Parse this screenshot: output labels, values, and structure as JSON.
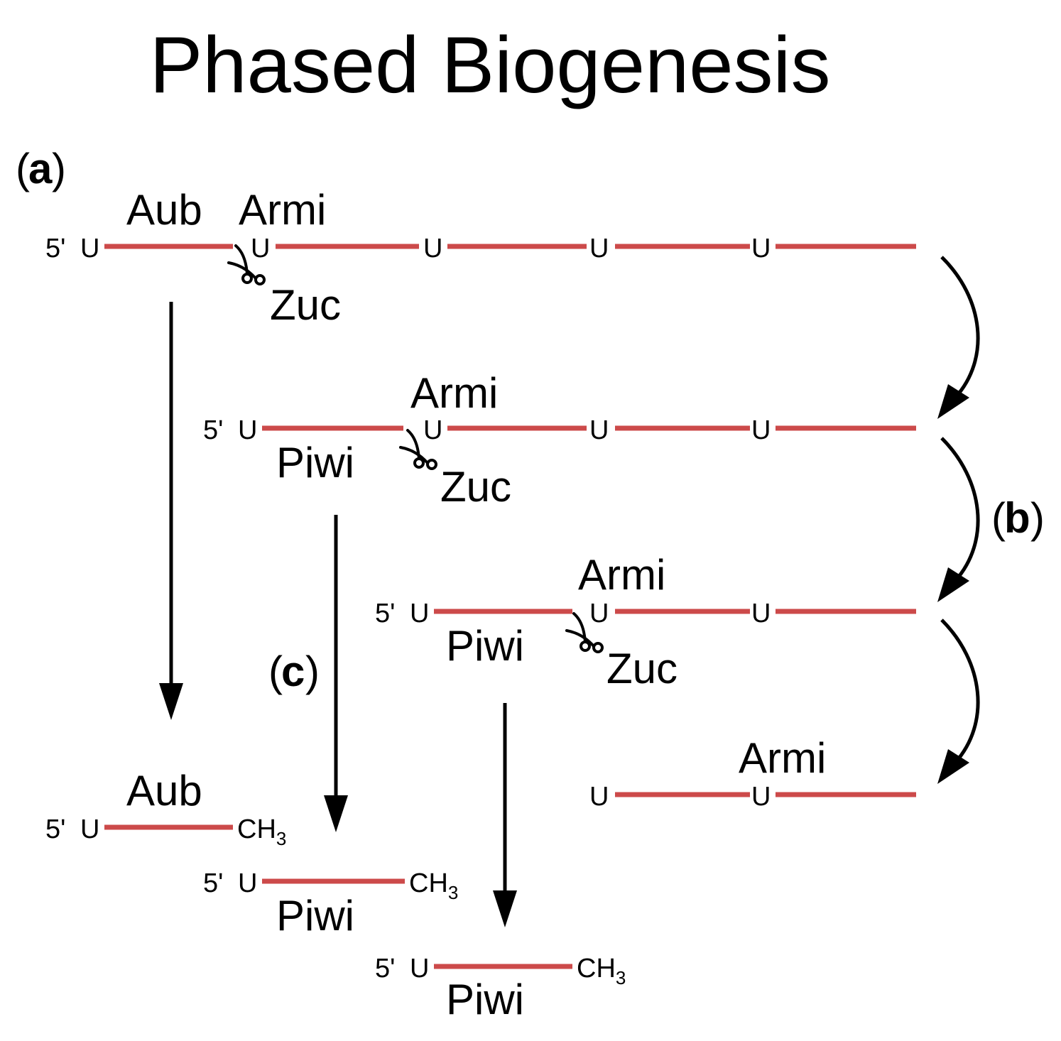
{
  "title": "Phased Biogenesis",
  "labels": {
    "a": "a",
    "b": "b",
    "c": "c",
    "paren_open": "(",
    "paren_close": ")"
  },
  "terms": {
    "five_prime": "5'",
    "u": "U",
    "ch": "CH",
    "three": "3"
  },
  "proteins": {
    "aub": "Aub",
    "armi": "Armi",
    "zuc": "Zuc",
    "piwi": "Piwi"
  },
  "colors": {
    "strand": "#cc4a4a",
    "text": "#000000"
  },
  "icons": [
    "scissors-icon",
    "arrow-down-icon",
    "curved-arrow-icon"
  ]
}
